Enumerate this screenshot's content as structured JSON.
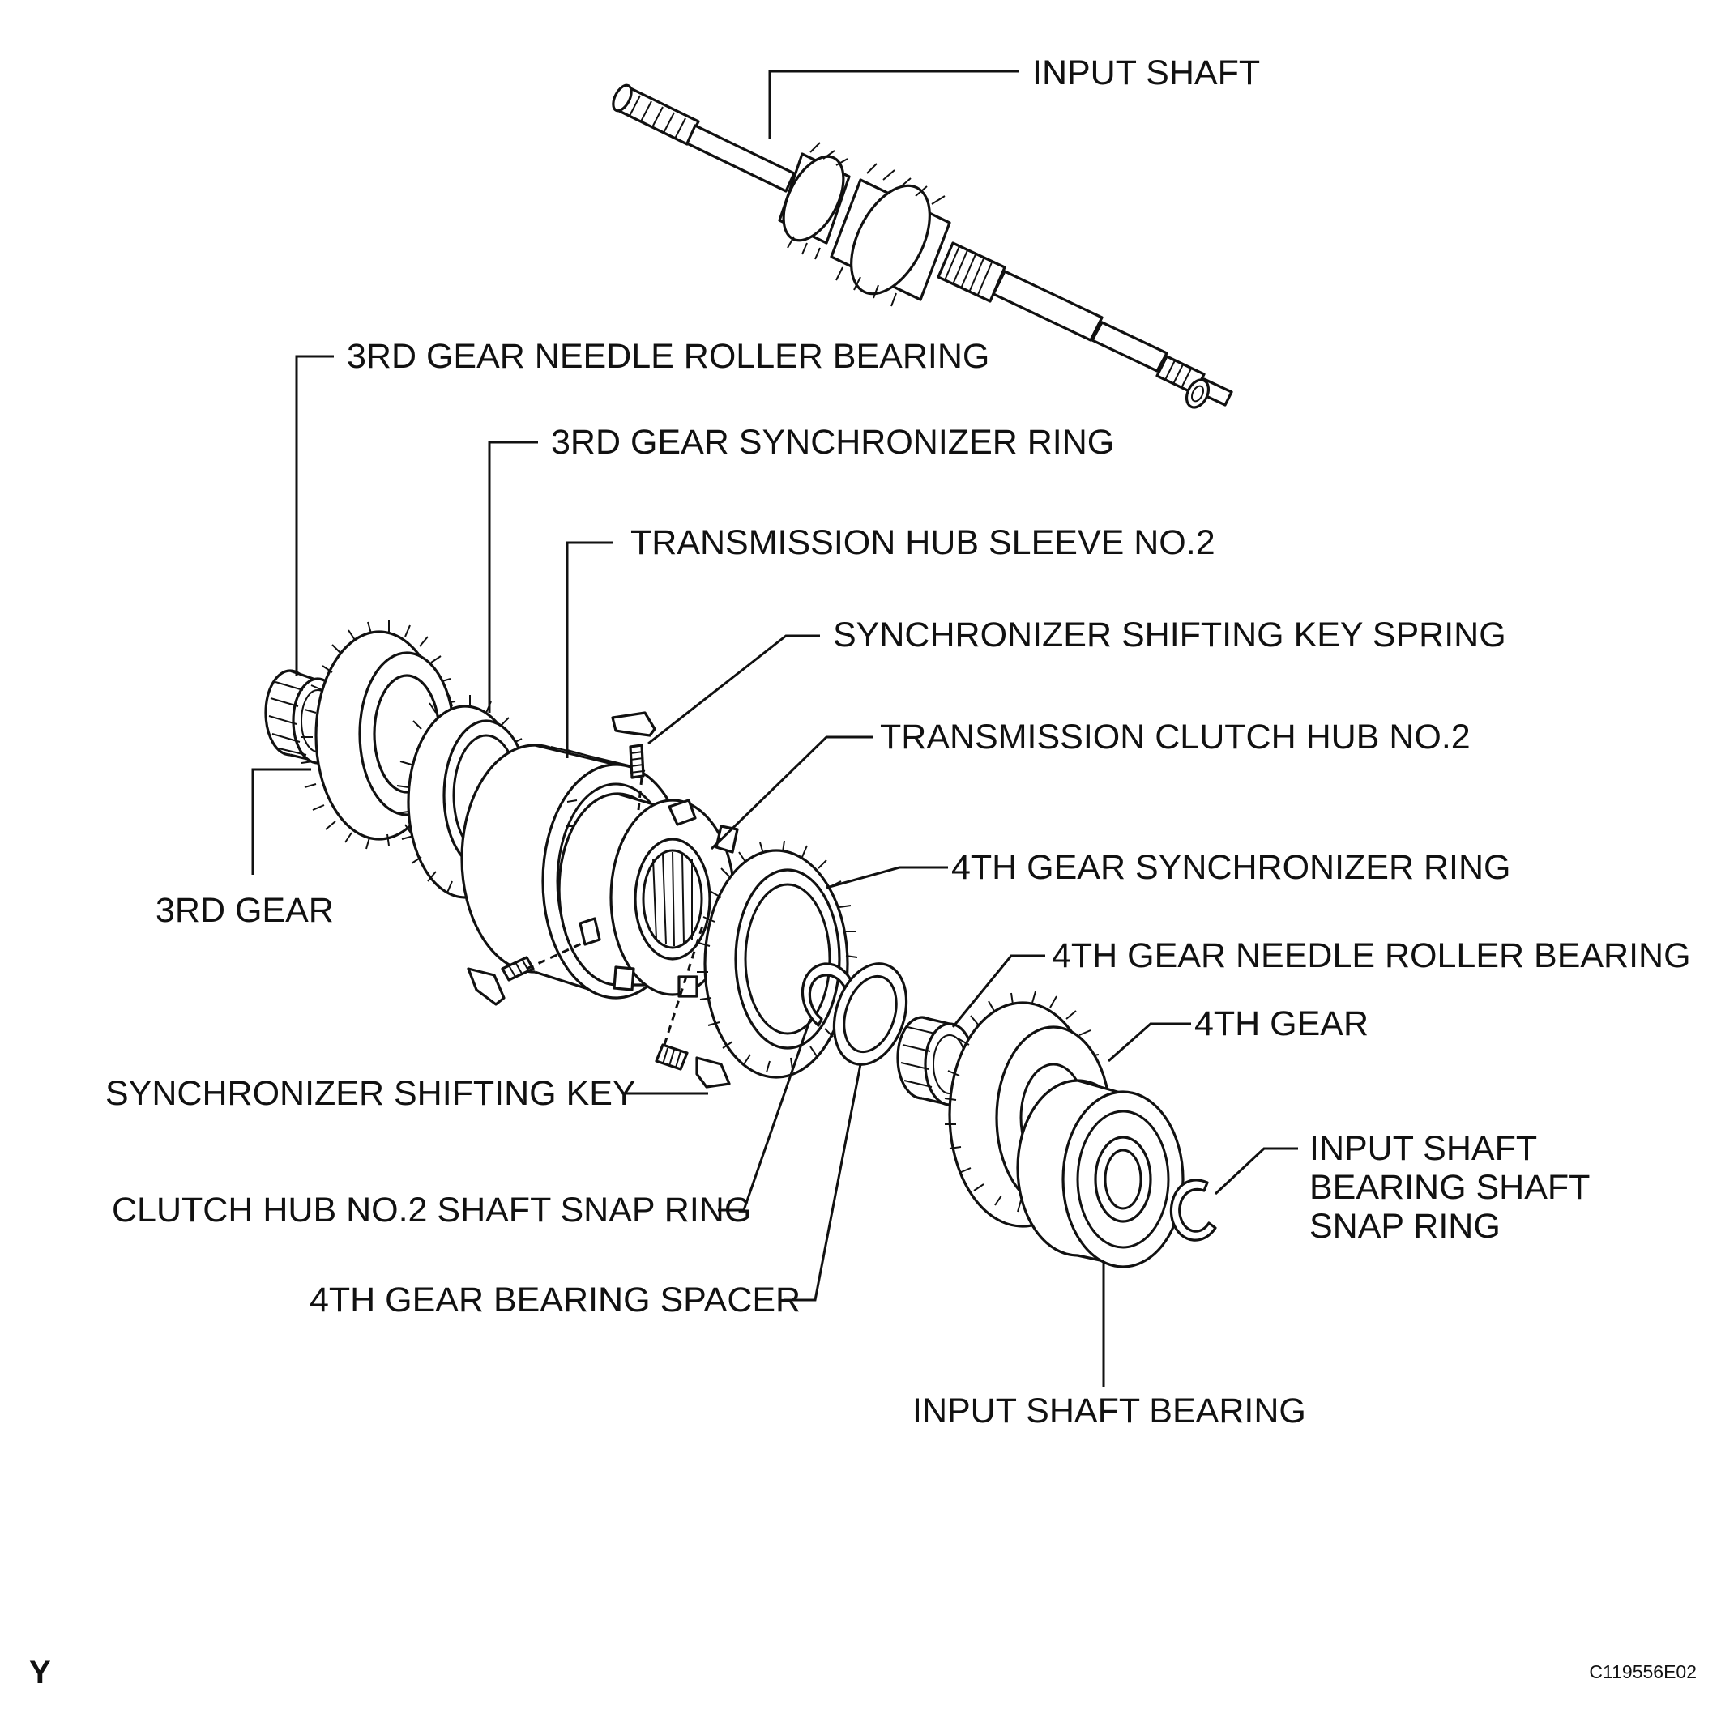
{
  "diagram": {
    "labels": {
      "input_shaft": "INPUT SHAFT",
      "needle_bearing_3rd": "3RD GEAR NEEDLE ROLLER BEARING",
      "sync_ring_3rd": "3RD GEAR SYNCHRONIZER RING",
      "hub_sleeve": "TRANSMISSION HUB SLEEVE NO.2",
      "key_spring": "SYNCHRONIZER SHIFTING KEY SPRING",
      "clutch_hub": "TRANSMISSION CLUTCH HUB NO.2",
      "sync_ring_4th": "4TH GEAR SYNCHRONIZER RING",
      "needle_bearing_4th": "4TH GEAR NEEDLE ROLLER BEARING",
      "gear_4th": "4TH GEAR",
      "snap_ring_bearing": {
        "line1": "INPUT SHAFT",
        "line2": "BEARING SHAFT",
        "line3": "SNAP RING"
      },
      "gear_3rd": "3RD GEAR",
      "shifting_key": "SYNCHRONIZER SHIFTING KEY",
      "hub_snap_ring": "CLUTCH HUB NO.2 SHAFT SNAP RING",
      "bearing_spacer": "4TH GEAR BEARING SPACER",
      "input_bearing": "INPUT SHAFT BEARING"
    },
    "corner_mark": "Y",
    "figure_code": "C119556E02"
  }
}
